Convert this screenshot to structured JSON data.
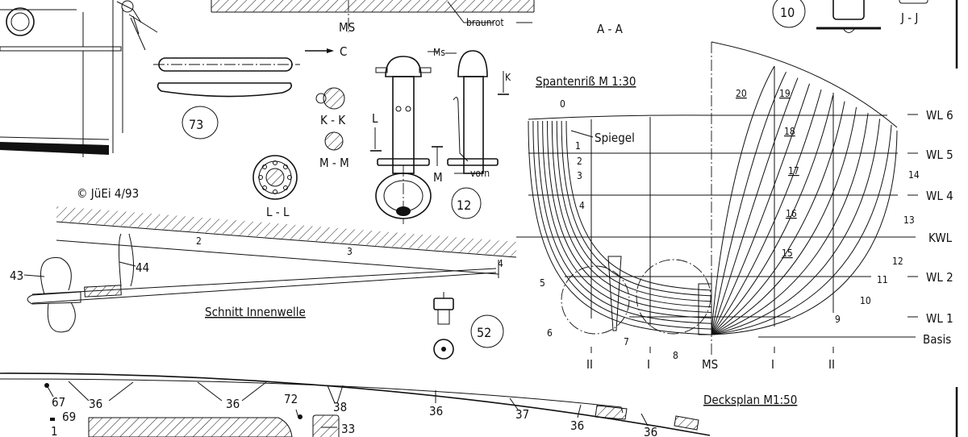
{
  "top": {
    "ms_label": "MS",
    "braunrot_label": "braunrot",
    "section_aa": "A - A",
    "part_10": "10",
    "section_jj": "J - J"
  },
  "details": {
    "arrow_c": "C",
    "part_73": "73",
    "section_kk": "K - K",
    "section_mm": "M - M",
    "section_ll": "L - L",
    "copyright": "© JüEi 4/93",
    "ms_mark": "Ms",
    "k_mark": "K",
    "l_mark": "L",
    "m_mark": "M",
    "vorn": "vorn",
    "part_12": "12"
  },
  "shaft": {
    "title": "Schnitt Innenwelle",
    "labels": [
      "43",
      "44",
      "2",
      "3",
      "4"
    ],
    "part_52": "52"
  },
  "body_plan": {
    "title": "Spantenriß  M 1:30",
    "spiegel": "Spiegel",
    "frames": [
      "0",
      "1",
      "2",
      "3",
      "4",
      "5",
      "6",
      "7",
      "8",
      "9",
      "10",
      "11",
      "12",
      "13",
      "14",
      "15",
      "16",
      "17",
      "18",
      "19",
      "20"
    ],
    "waterlines": [
      "WL 6",
      "WL 5",
      "WL 4",
      "KWL",
      "WL 2",
      "WL 1",
      "Basis"
    ],
    "buttocks": [
      "II",
      "I",
      "MS",
      "I",
      "II"
    ]
  },
  "deck_plan": {
    "title": "Decksplan  M1:50",
    "labels": [
      "67",
      "36",
      "36",
      "72",
      "38",
      "36",
      "37",
      "36",
      "36",
      "69",
      "1",
      "33"
    ]
  }
}
